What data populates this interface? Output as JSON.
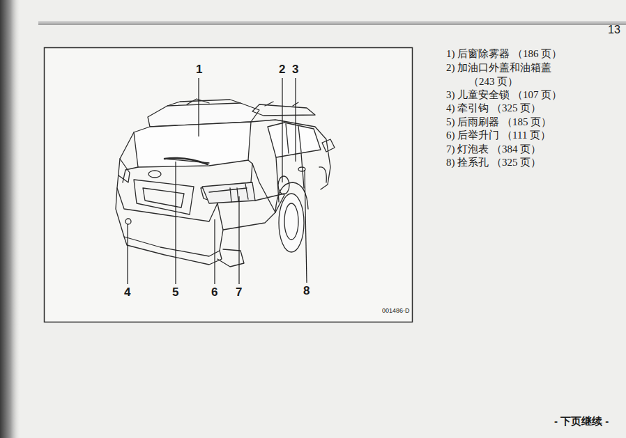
{
  "diagram": {
    "labels": [
      "13",
      "1",
      "2",
      "3",
      "4",
      "5",
      "6",
      "7",
      "8",
      "001486-D",
      "1) 后窗除雾器 （186 页）",
      "2) 加油口外盖和油箱盖 （243 页）",
      "3) 儿童安全锁 （107 页）",
      "4) 牵引钩 （325 页）",
      "5) 后雨刷器 （185 页）",
      "6) 后举升门 （111 页）",
      "7) 灯泡表 （384 页）",
      "8) 拴系孔 （325 页）",
      "- 下页继续 -"
    ]
  }
}
